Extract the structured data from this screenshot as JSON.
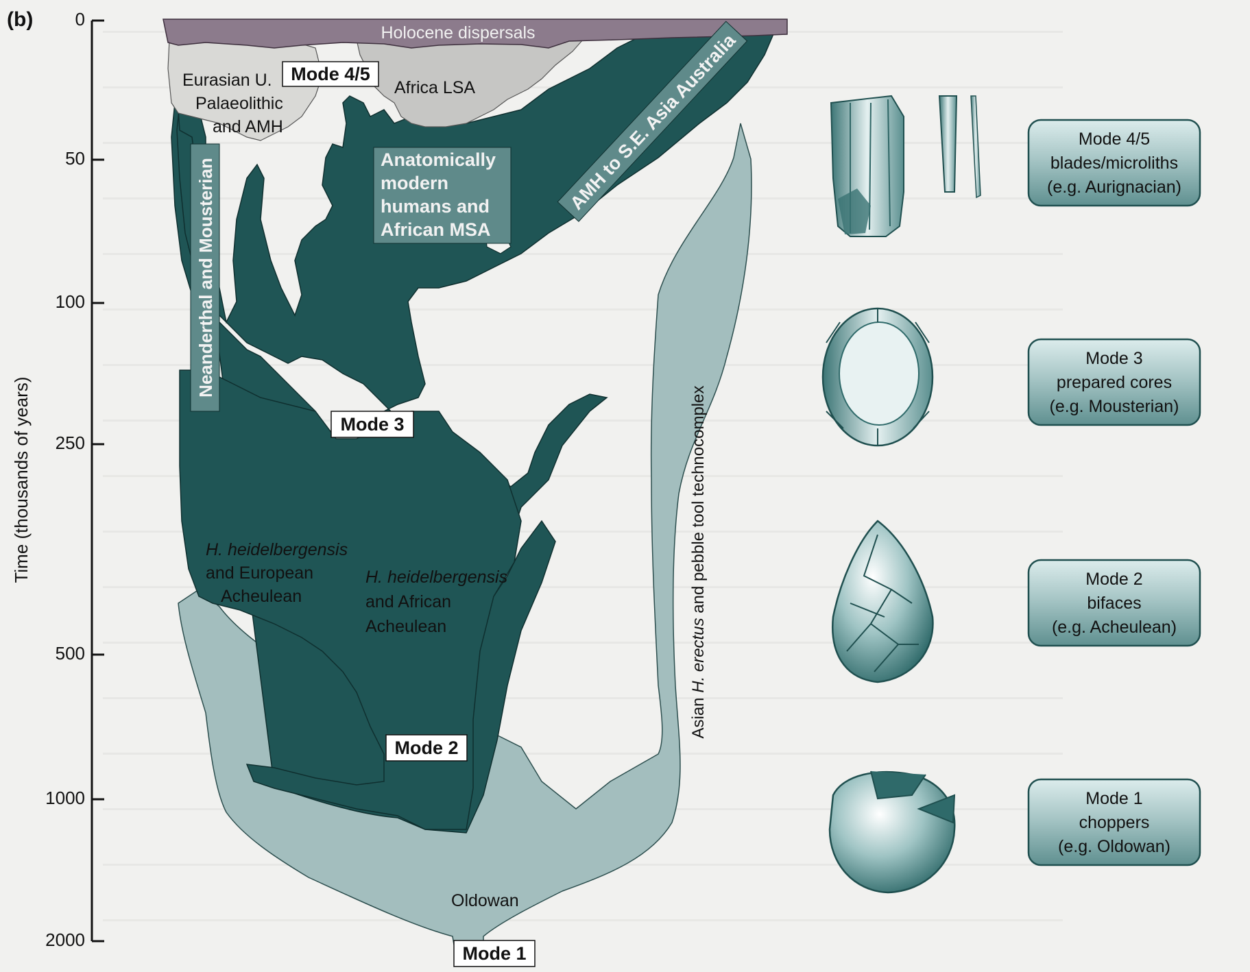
{
  "panel_label": "(b)",
  "axis": {
    "label": "Time (thousands of years)",
    "ticks": [
      "0",
      "50",
      "100",
      "250",
      "500",
      "1000",
      "2000"
    ]
  },
  "regions": {
    "holocene": "Holocene dispersals",
    "eurasian_line1": "Eurasian U.",
    "eurasian_line2": "Palaeolithic",
    "eurasian_line3": "and AMH",
    "africa_lsa": "Africa LSA",
    "amh_line1": "Anatomically",
    "amh_line2": "modern",
    "amh_line3": "humans and",
    "amh_line4": "African MSA",
    "amh_asia": "AMH to S.E. Asia Australia",
    "neanderthal": "Neanderthal and Mousterian",
    "heid_eu_line1": "H. heidelbergensis",
    "heid_eu_line2": "and European",
    "heid_eu_line3": "Acheulean",
    "heid_af_line1": "H. heidelbergensis",
    "heid_af_line2": "and African",
    "heid_af_line3": "Acheulean",
    "asian_erectus_pre": "Asian ",
    "asian_erectus_italic": "H. erectus",
    "asian_erectus_post": " and pebble tool technocomplex",
    "oldowan": "Oldowan"
  },
  "mode_labels": {
    "mode45": "Mode 4/5",
    "mode3": "Mode 3",
    "mode2": "Mode 2",
    "mode1": "Mode 1"
  },
  "mode_boxes": [
    {
      "line1": "Mode 4/5",
      "line2": "blades/microliths",
      "line3": "(e.g. Aurignacian)"
    },
    {
      "line1": "Mode 3",
      "line2": "prepared cores",
      "line3": "(e.g. Mousterian)"
    },
    {
      "line1": "Mode 2",
      "line2": "bifaces",
      "line3": "(e.g. Acheulean)"
    },
    {
      "line1": "Mode 1",
      "line2": "choppers",
      "line3": "(e.g. Oldowan)"
    }
  ],
  "colors": {
    "dark_teal": "#1f5555",
    "light_teal": "#a3bebe",
    "holocene": "#8c7b8c",
    "pale": "#d8d8d6",
    "box": "#a9c8c8",
    "tool": "#6fa0a0"
  },
  "icons": [
    "blade-tool-icon",
    "prepared-core-icon",
    "biface-icon",
    "chopper-icon"
  ]
}
